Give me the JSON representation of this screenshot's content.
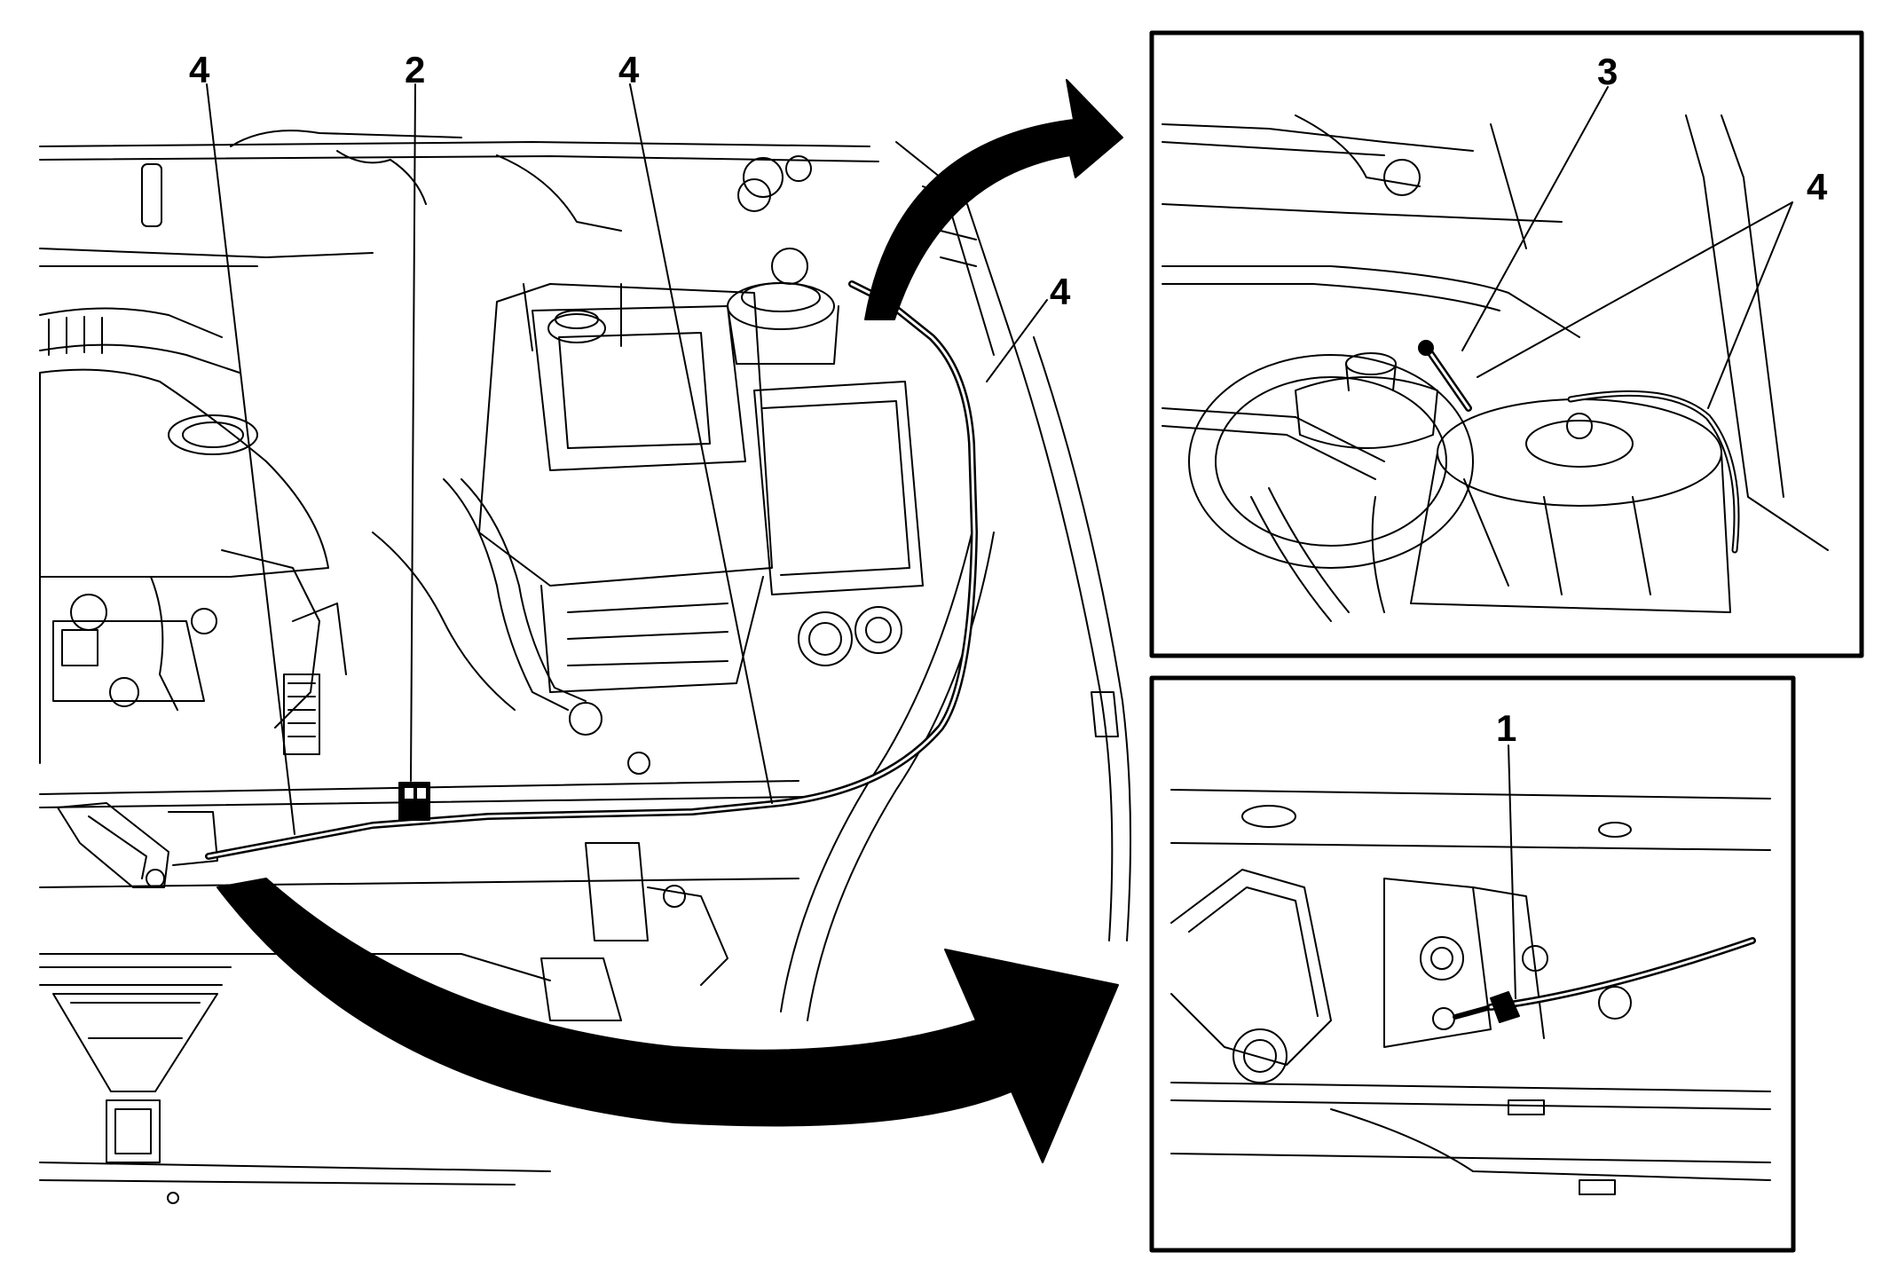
{
  "callouts": {
    "main_left_4": "4",
    "main_2": "2",
    "main_center_4": "4",
    "main_right_4": "4",
    "inset_top_3": "3",
    "inset_top_4": "4",
    "inset_bottom_1": "1"
  },
  "colors": {
    "line": "#000000",
    "background": "#ffffff"
  }
}
